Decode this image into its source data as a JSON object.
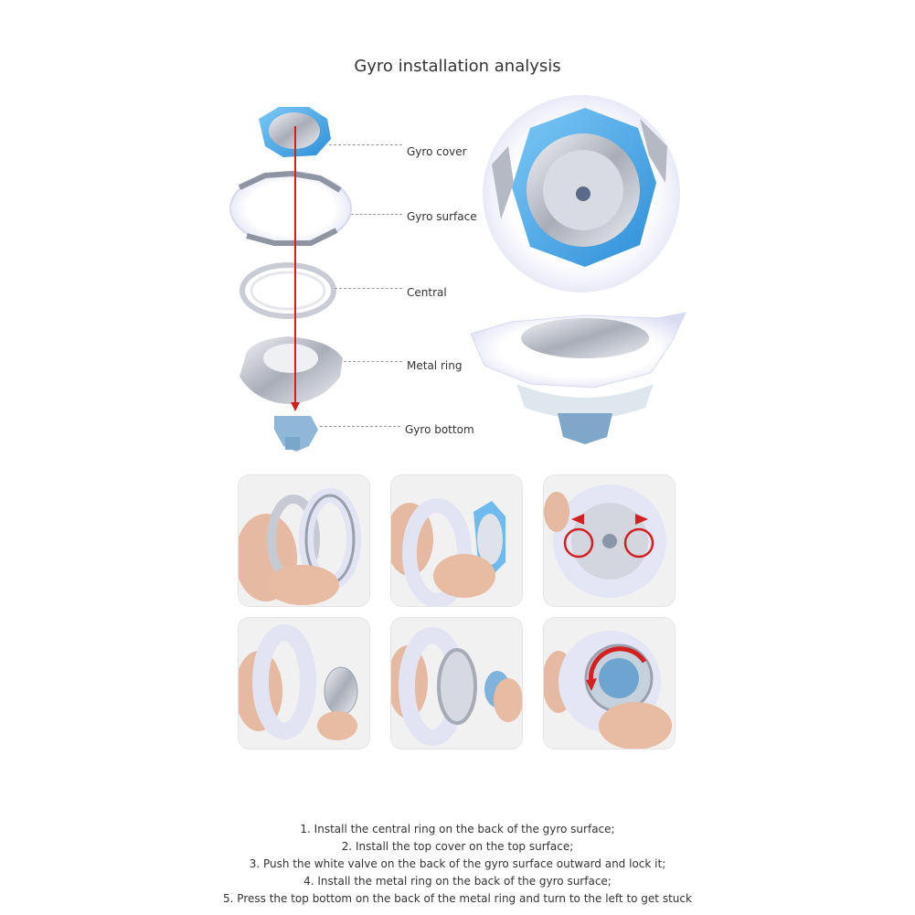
{
  "title": "Gyro installation analysis",
  "parts": [
    {
      "label": "Gyro cover"
    },
    {
      "label": "Gyro surface"
    },
    {
      "label": "Central"
    },
    {
      "label": "Metal ring"
    },
    {
      "label": "Gyro bottom"
    }
  ],
  "colors": {
    "accent_blue": "#3a9fe0",
    "ring_white": "#e6e8f8",
    "silver": "#b8bcc8",
    "arrow_red": "#d32020"
  },
  "steps": [
    "1. Install the central ring on the back of the gyro surface;",
    "2. Install the top cover on the top surface;",
    "3. Push the white valve on the back of the gyro surface outward and lock it;",
    "4. Install the metal ring on the back of the gyro surface;",
    "5. Press the top bottom on the back of the metal ring and turn to the left to get stuck"
  ]
}
